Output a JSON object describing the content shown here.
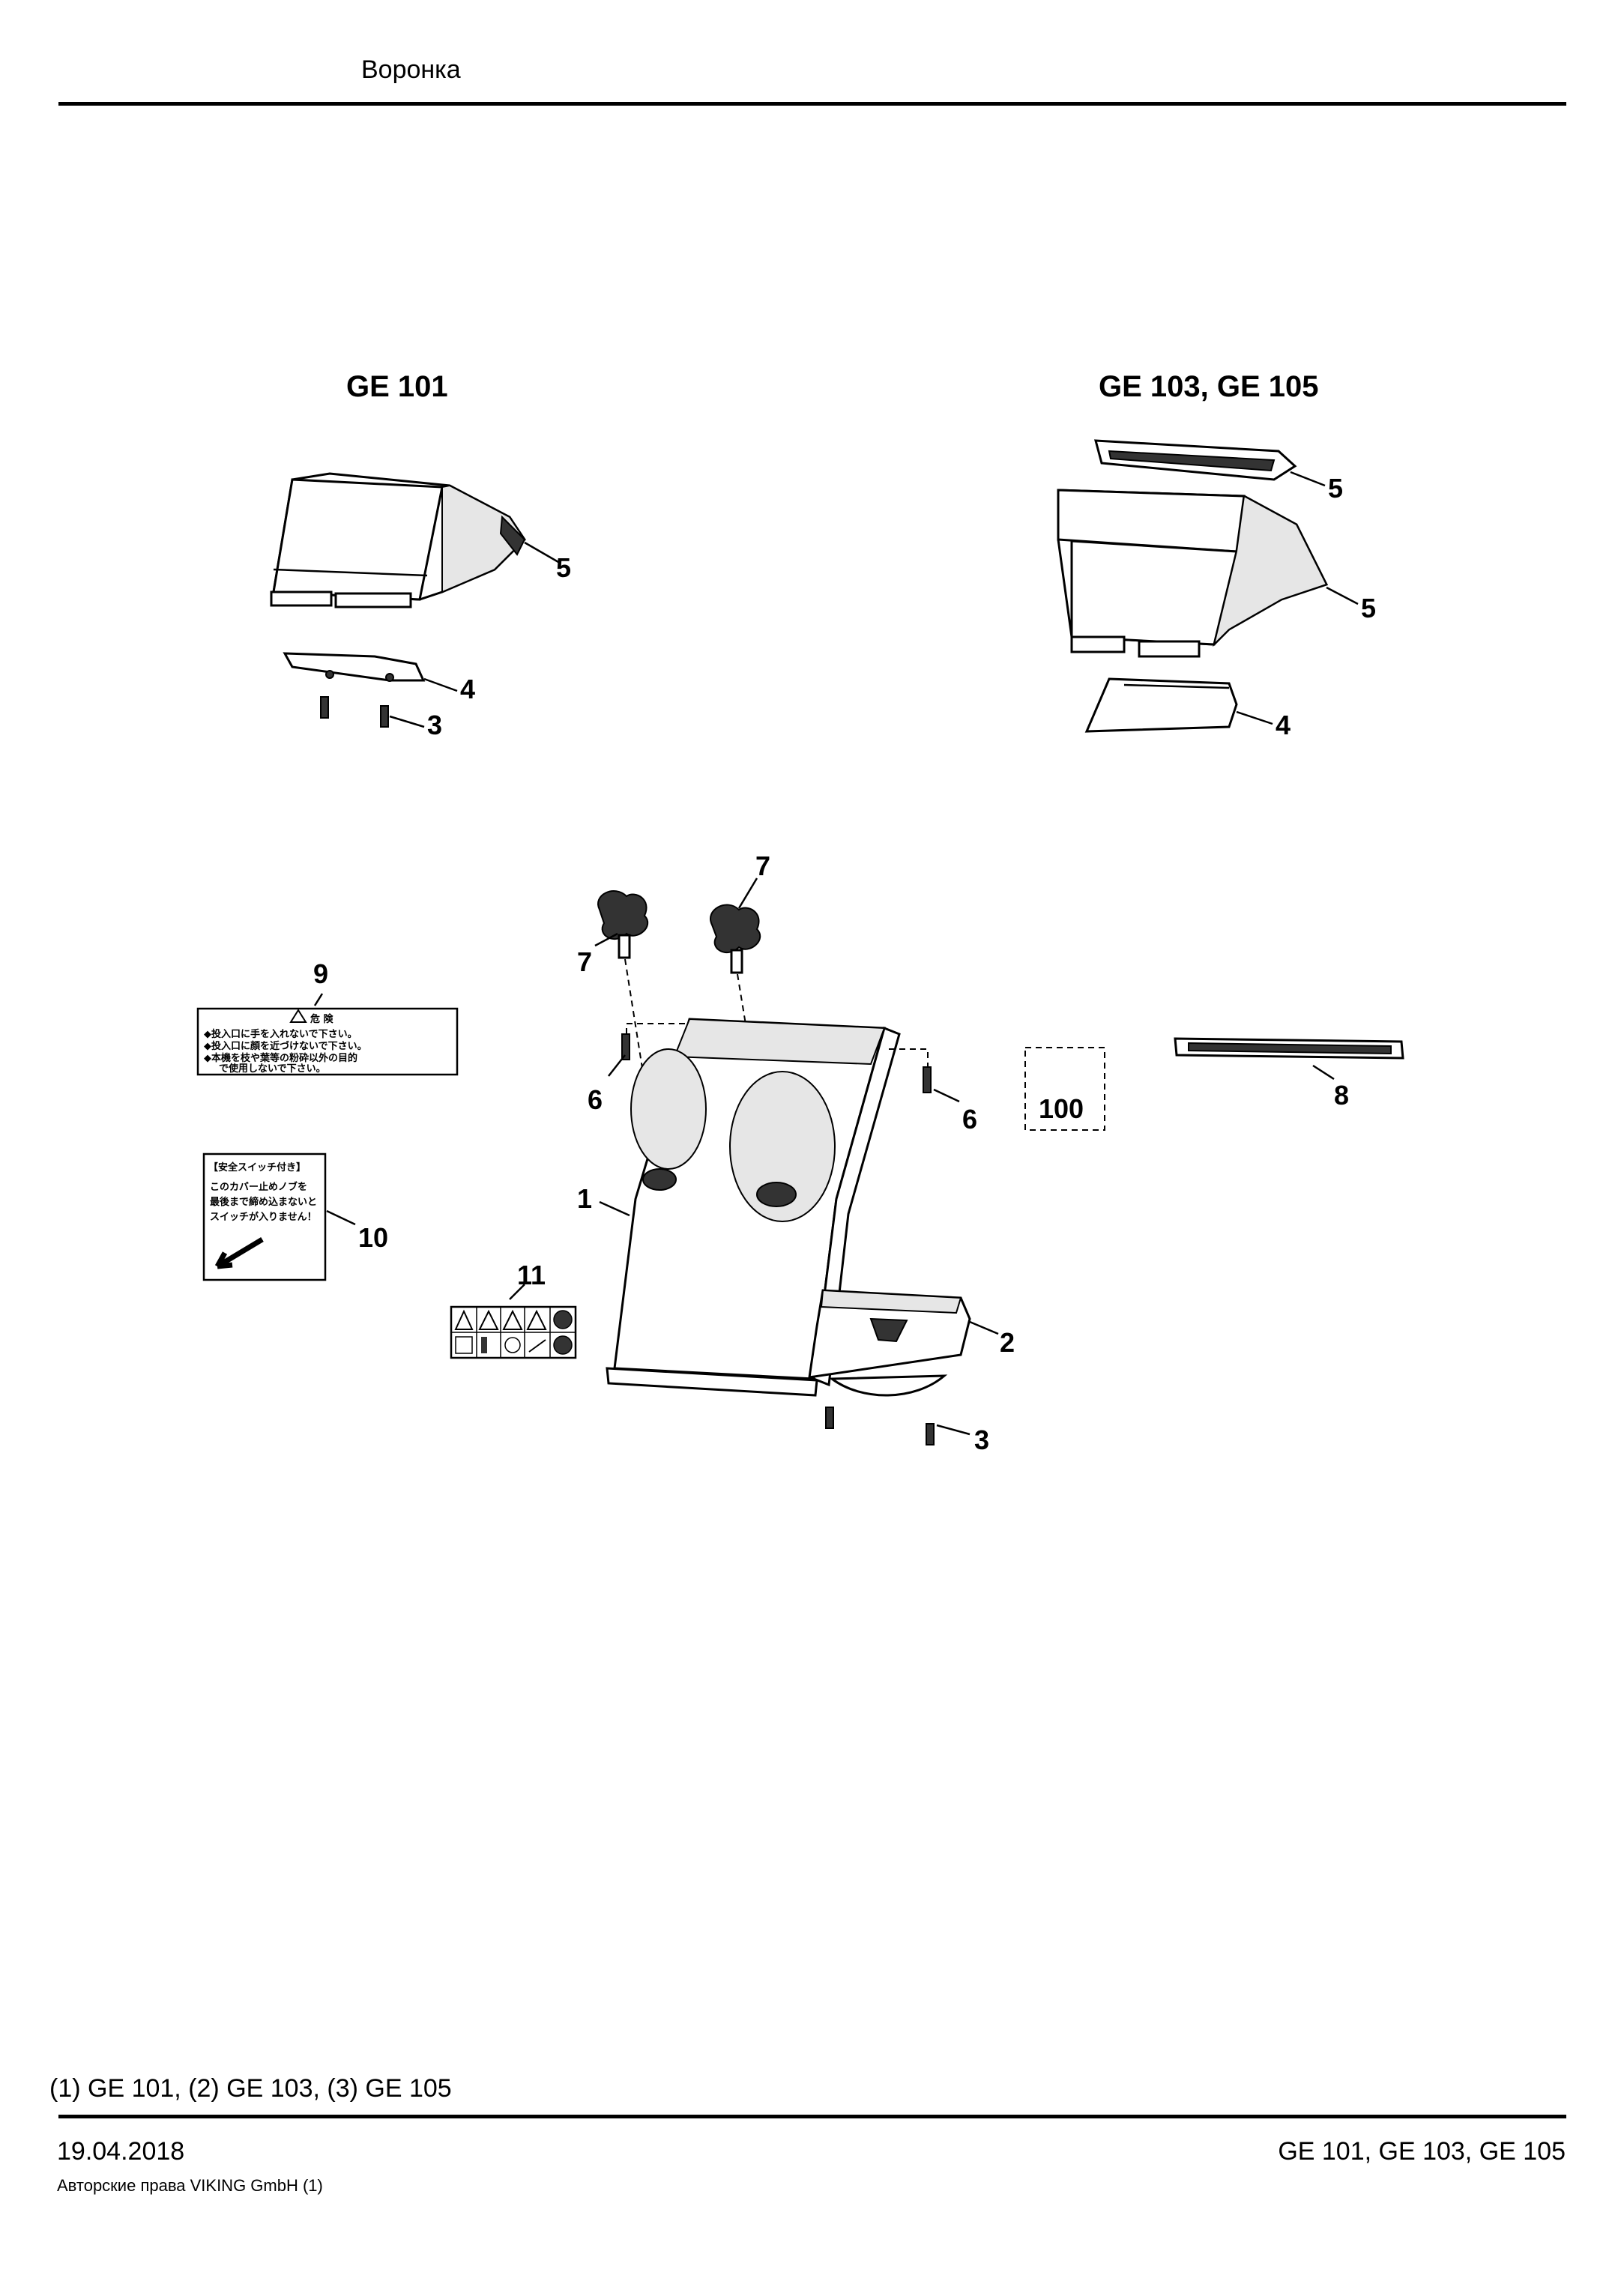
{
  "header": {
    "title": "Воронка"
  },
  "groups": {
    "left": "GE 101",
    "right": "GE 103, GE 105"
  },
  "callouts": {
    "c1": "1",
    "c2": "2",
    "c3a": "3",
    "c3b": "3",
    "c4a": "4",
    "c4b": "4",
    "c5a": "5",
    "c5b": "5",
    "c5c": "5",
    "c6a": "6",
    "c6b": "6",
    "c7a": "7",
    "c7b": "7",
    "c8": "8",
    "c9": "9",
    "c10": "10",
    "c11": "11",
    "c100": "100"
  },
  "labels": {
    "danger_title": "危 険",
    "danger_line1": "◆投入口に手を入れないで下さい。",
    "danger_line2": "◆投入口に顔を近づけないで下さい。",
    "danger_line3": "◆本機を枝や葉等の粉砕以外の目的",
    "danger_line4": "で使用しないで下さい。",
    "switch_title": "【安全スイッチ付き】",
    "switch_line1": "このカバー止めノブを",
    "switch_line2": "最後まで締め込まないと",
    "switch_line3": "スイッチが入りません！"
  },
  "footer": {
    "variants": "(1) GE 101, (2) GE 103, (3) GE 105",
    "date": "19.04.2018",
    "copyright": "Авторские права VIKING GmbH  (1)",
    "models": "GE 101, GE 103, GE 105"
  }
}
